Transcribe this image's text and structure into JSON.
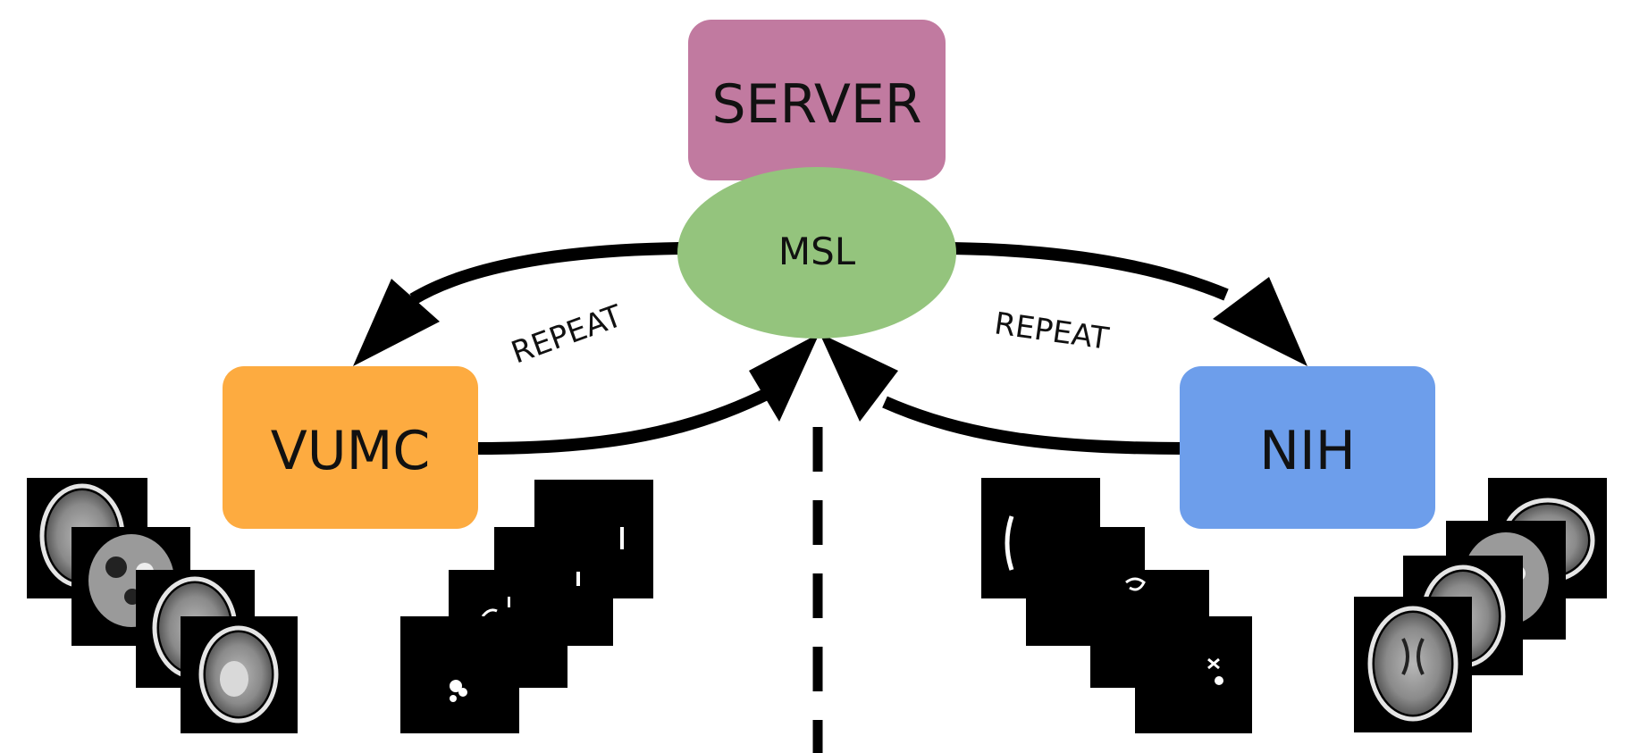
{
  "nodes": {
    "server": {
      "label": "SERVER",
      "color": "#c17aa0"
    },
    "msl": {
      "label": "MSL",
      "color": "#94c47d"
    },
    "vumc": {
      "label": "VUMC",
      "color": "#fdab40"
    },
    "nih": {
      "label": "NIH",
      "color": "#6d9eeb"
    }
  },
  "edges": {
    "left_repeat_label": "REPEAT",
    "right_repeat_label": "REPEAT",
    "arrow_color": "#000000"
  },
  "images": {
    "vumc_ct_scans": "brain CT scan stack",
    "vumc_masks": "binary hemorrhage mask stack",
    "nih_masks": "binary hemorrhage mask stack",
    "nih_ct_scans": "brain CT scan stack"
  }
}
